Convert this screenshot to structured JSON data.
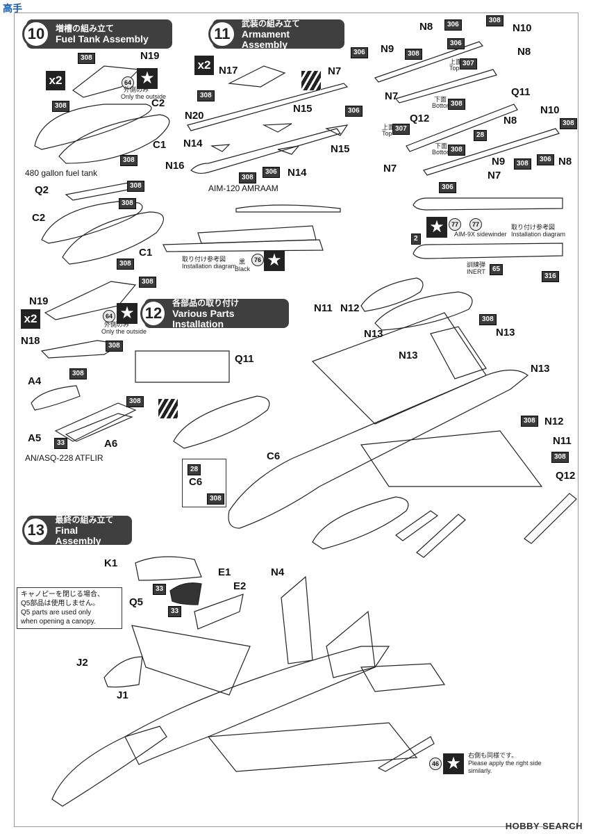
{
  "watermark_top": "高手",
  "watermark_bottom": "HOBBY SEARCH",
  "steps": {
    "s10": {
      "number": "10",
      "jp": "増槽の組み立て",
      "en": "Fuel Tank Assembly"
    },
    "s11": {
      "number": "11",
      "jp": "武装の組み立て",
      "en": "Armament Assembly"
    },
    "s12": {
      "number": "12",
      "jp": "各部品の取り付け",
      "en": "Various Parts Installation"
    },
    "s13": {
      "number": "13",
      "jp": "最終の組み立て",
      "en": "Final Assembly"
    }
  },
  "multipliers": {
    "x2": "x2"
  },
  "captions": {
    "fuel_tank": "480 gallon fuel tank",
    "amraam": "AIM-120 AMRAAM",
    "atflir": "AN/ASQ-228 ATFLIR",
    "sidewinder": "AIM-9X sidewinder",
    "inert_jp": "訓練弾",
    "inert": "INERT",
    "install_jp": "取り付け参考図",
    "install_en": "Installation diagram",
    "black_jp": "黒",
    "black_en": "Black",
    "outside_jp": "外側のみ",
    "outside_en": "Only the outside",
    "top_jp": "上面",
    "top_en": "Top",
    "bottom_jp": "下面",
    "bottom_en": "Bottom",
    "canopy_note_jp_1": "キャノピーを閉じる場合、",
    "canopy_note_jp_2": "Q5部品は使用しません。",
    "canopy_note_en_1": "Q5 parts are used only",
    "canopy_note_en_2": "when opening a canopy.",
    "right_side_jp": "右側も同様です。",
    "right_side_en_1": "Please apply the right side",
    "right_side_en_2": "similarly."
  },
  "parts": {
    "N19": "N19",
    "C2": "C2",
    "C1": "C1",
    "Q2": "Q2",
    "N18": "N18",
    "A4": "A4",
    "A5": "A5",
    "A6": "A6",
    "N17": "N17",
    "N20": "N20",
    "N15": "N15",
    "N14": "N14",
    "N16": "N16",
    "N8": "N8",
    "N10": "N10",
    "N9": "N9",
    "N7": "N7",
    "Q11": "Q11",
    "Q12": "Q12",
    "N11": "N11",
    "N12": "N12",
    "N13": "N13",
    "C6": "C6",
    "K1": "K1",
    "E1": "E1",
    "E2": "E2",
    "N4": "N4",
    "Q5": "Q5",
    "J2": "J2",
    "J1": "J1"
  },
  "codes": {
    "c308": "308",
    "c306": "306",
    "c307": "307",
    "c316": "316",
    "c65": "65",
    "c28": "28",
    "c33": "33",
    "c64": "64",
    "c76": "76",
    "c77": "77",
    "c46": "46",
    "c2": "2"
  },
  "icons": {
    "star": "star-icon",
    "stripes": "decal-stripes-icon"
  },
  "colors": {
    "header_bg": "#3f3f3f",
    "ink": "#111111",
    "code_bg": "#3b3b3b"
  }
}
